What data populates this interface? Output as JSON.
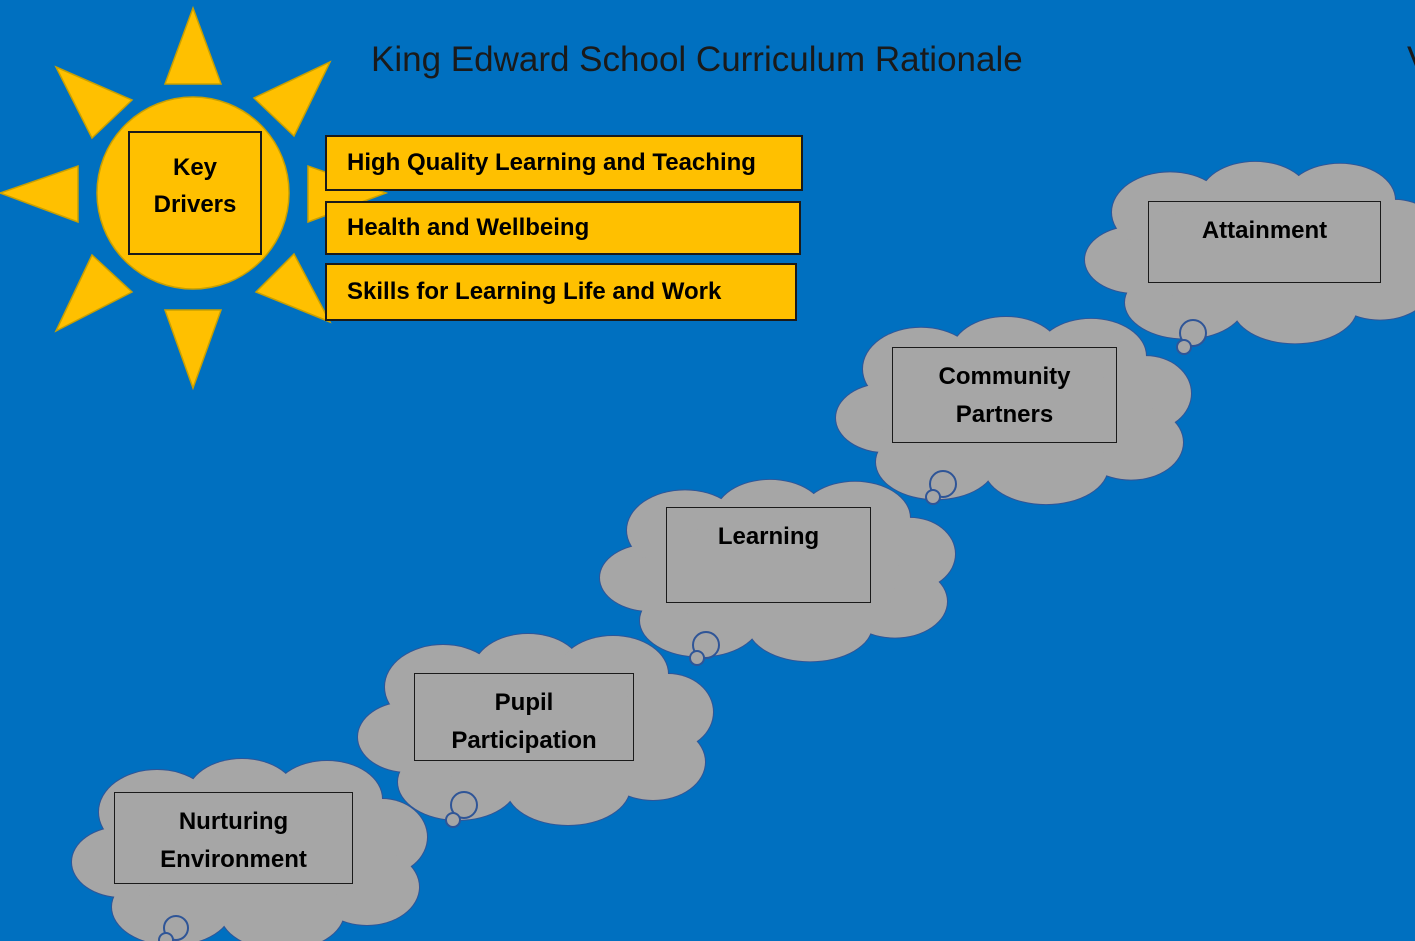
{
  "title": "King Edward School Curriculum Rationale",
  "title_edge_char": "V",
  "colors": {
    "background": "#0070c0",
    "sun": "#ffc000",
    "cloud": "#a6a6a6",
    "cloud_outline": "#2f5597"
  },
  "sun": {
    "label_line1": "Key",
    "label_line2": "Drivers"
  },
  "key_drivers": [
    "High Quality Learning and Teaching",
    "Health and Wellbeing",
    "Skills for Learning Life and Work"
  ],
  "steps": [
    {
      "line1": "Nurturing",
      "line2": "Environment"
    },
    {
      "line1": "Pupil",
      "line2": "Participation"
    },
    {
      "line1": "Learning",
      "line2": ""
    },
    {
      "line1": "Community",
      "line2": "Partners"
    },
    {
      "line1": "Attainment",
      "line2": ""
    }
  ]
}
